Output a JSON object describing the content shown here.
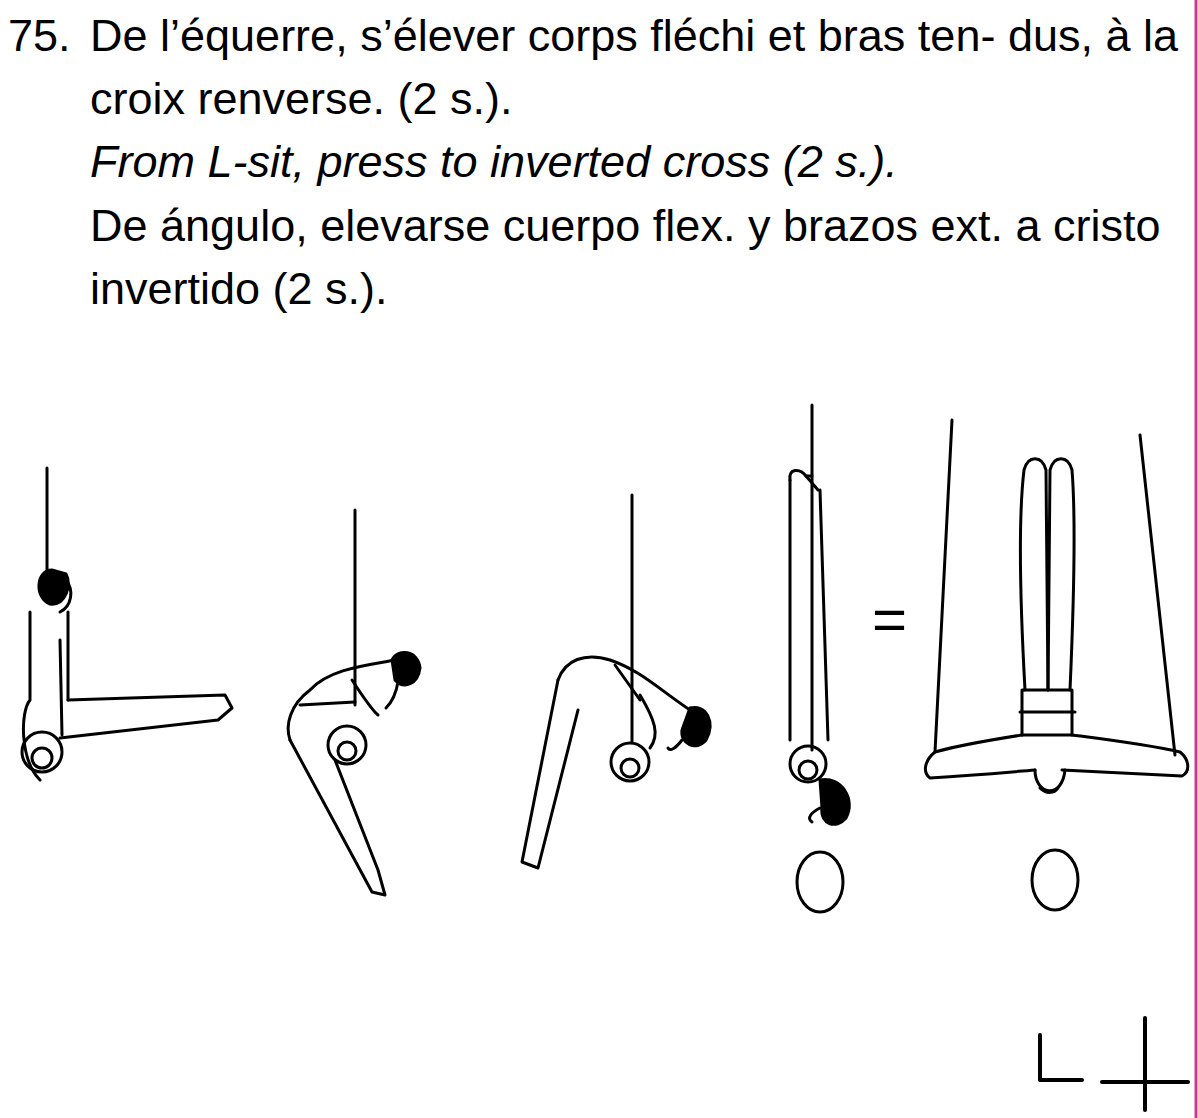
{
  "diagram": {
    "labels": [
      "75.",
      "De l’équerre, s’élever corps fléchi et bras ten- dus, à la croix renverse. (2 s.).",
      "From L-sit, press to inverted cross (2 s.).",
      "De ángulo, elevarse cuerpo flex. y brazos ext. a cristo invertido (2 s.).",
      "="
    ]
  }
}
